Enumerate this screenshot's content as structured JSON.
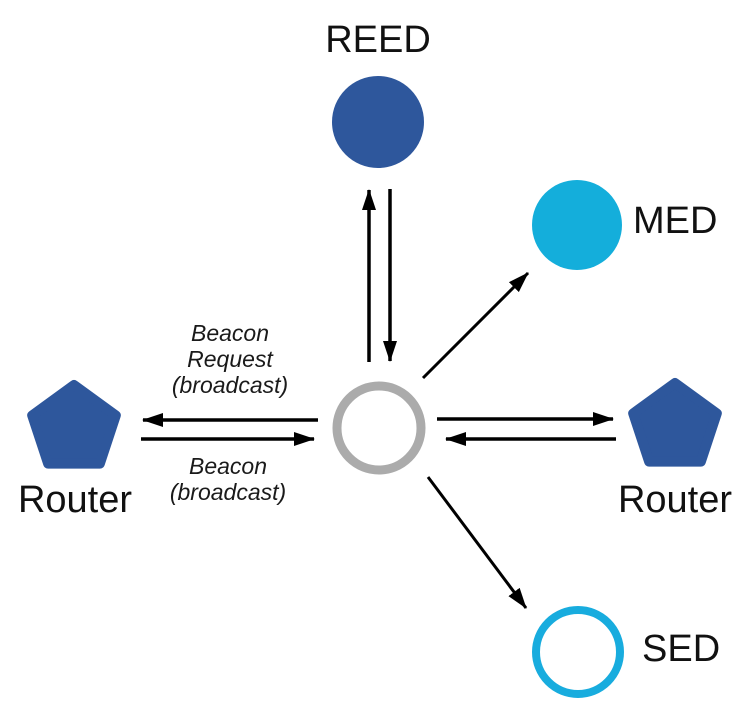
{
  "diagram": {
    "description": "Network joining diagram: a joining device (center) exchanges beacon messages with routers and links to REED, MED, SED nodes",
    "nodes": {
      "reed": {
        "label": "REED",
        "shape": "circle-filled"
      },
      "med": {
        "label": "MED",
        "shape": "circle-filled"
      },
      "router_left": {
        "label": "Router",
        "shape": "pentagon-filled"
      },
      "router_right": {
        "label": "Router",
        "shape": "pentagon-filled"
      },
      "sed": {
        "label": "SED",
        "shape": "circle-outline"
      },
      "joiner": {
        "label": "",
        "shape": "circle-outline"
      }
    },
    "edge_labels": {
      "beacon_request_line1": "Beacon",
      "beacon_request_line2": "Request",
      "beacon_request_line3": "(broadcast)",
      "beacon_line1": "Beacon",
      "beacon_line2": "(broadcast)"
    },
    "edges": [
      {
        "from": "joiner",
        "to": "reed",
        "direction": "up"
      },
      {
        "from": "reed",
        "to": "joiner",
        "direction": "down"
      },
      {
        "from": "joiner",
        "to": "router_left",
        "label": "Beacon Request (broadcast)"
      },
      {
        "from": "router_left",
        "to": "joiner",
        "label": "Beacon (broadcast)"
      },
      {
        "from": "joiner",
        "to": "router_right",
        "direction": "right"
      },
      {
        "from": "router_right",
        "to": "joiner",
        "direction": "left"
      },
      {
        "from": "joiner",
        "to": "med",
        "direction": "diagonal-up-right"
      },
      {
        "from": "joiner",
        "to": "sed",
        "direction": "diagonal-down-right"
      }
    ]
  },
  "colors": {
    "node_dark_blue": "#2E579C",
    "node_cyan": "#14AEDB",
    "sed_outline_cyan": "#18ACDE",
    "joiner_outline_gray": "#ABABAB",
    "arrow_black": "#000000"
  }
}
